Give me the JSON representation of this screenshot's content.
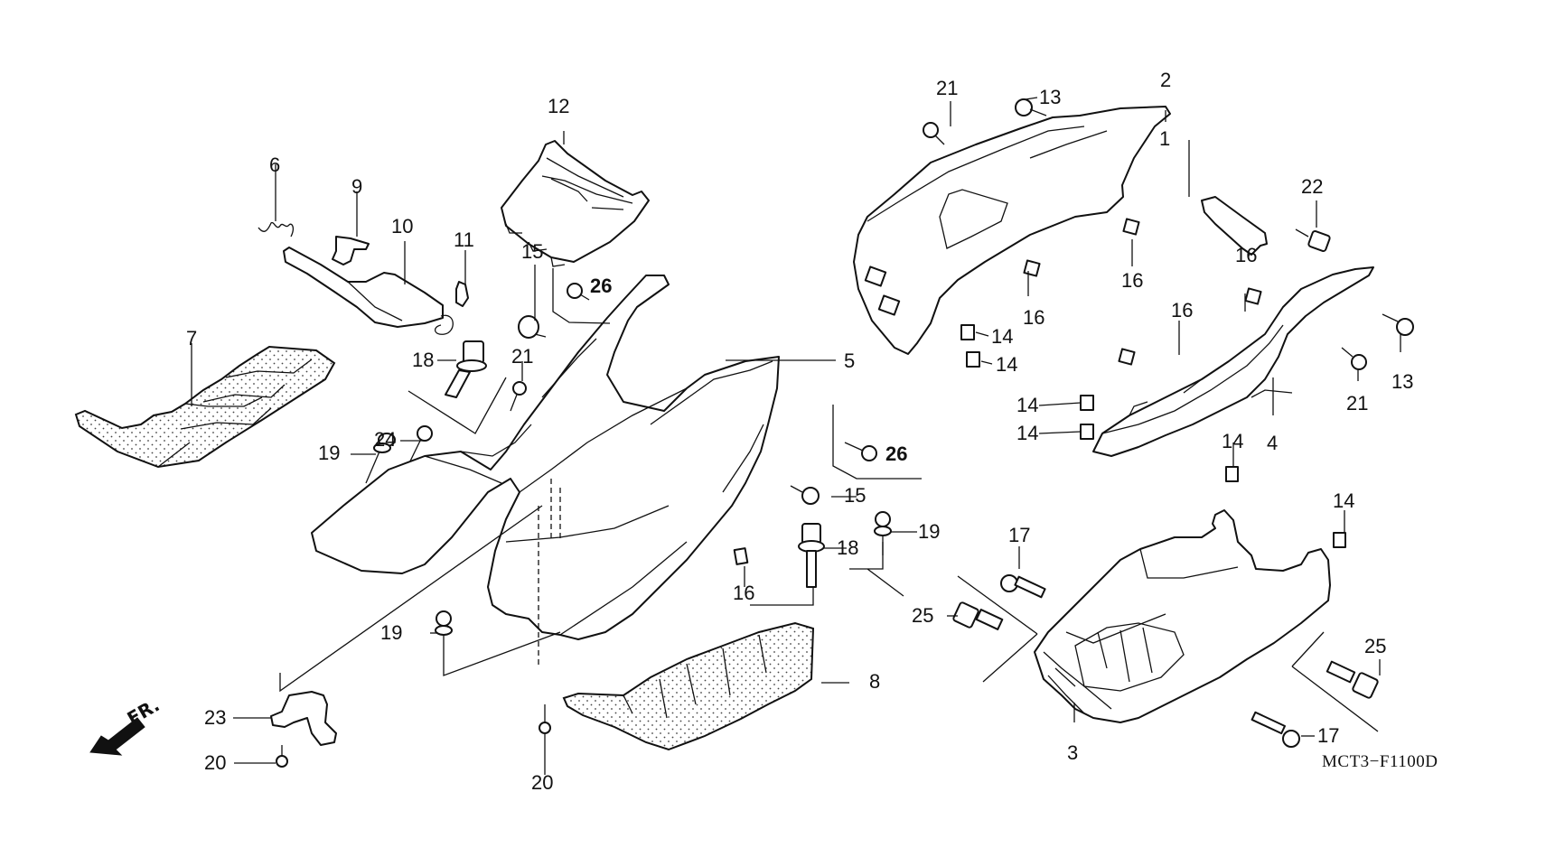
{
  "diagram": {
    "title": "Honda scooter floor / under cover parts exploded view",
    "drawing_code": "MCT3−F1100D",
    "direction_marker": {
      "label": "FR.",
      "icon": "front-direction-arrow-icon"
    },
    "callouts": [
      {
        "id": "c1",
        "label": "1",
        "part": "bracket"
      },
      {
        "id": "c2",
        "label": "2",
        "part": "inner cover (upper right)"
      },
      {
        "id": "c3",
        "label": "3",
        "part": "under cover / battery box"
      },
      {
        "id": "c4",
        "label": "4",
        "part": "side cover rail (right)"
      },
      {
        "id": "c5",
        "label": "5",
        "part": "floor panel (center)"
      },
      {
        "id": "c6",
        "label": "6",
        "part": "spring"
      },
      {
        "id": "c7",
        "label": "7",
        "part": "floor mat (left)"
      },
      {
        "id": "c8",
        "label": "8",
        "part": "floor mat (right)"
      },
      {
        "id": "c9",
        "label": "9",
        "part": "clip"
      },
      {
        "id": "c10",
        "label": "10",
        "part": "lid"
      },
      {
        "id": "c11",
        "label": "11",
        "part": "latch"
      },
      {
        "id": "c12",
        "label": "12",
        "part": "tray cover"
      },
      {
        "id": "c13a",
        "label": "13",
        "part": "bolt"
      },
      {
        "id": "c13b",
        "label": "13",
        "part": "bolt"
      },
      {
        "id": "c14a",
        "label": "14",
        "part": "clip nut"
      },
      {
        "id": "c14b",
        "label": "14",
        "part": "clip nut"
      },
      {
        "id": "c14c",
        "label": "14",
        "part": "clip nut"
      },
      {
        "id": "c14d",
        "label": "14",
        "part": "clip nut"
      },
      {
        "id": "c14e",
        "label": "14",
        "part": "clip nut"
      },
      {
        "id": "c14f",
        "label": "14",
        "part": "clip nut"
      },
      {
        "id": "c15a",
        "label": "15",
        "part": "grommet"
      },
      {
        "id": "c15b",
        "label": "15",
        "part": "grommet"
      },
      {
        "id": "c16a",
        "label": "16",
        "part": "spring nut"
      },
      {
        "id": "c16b",
        "label": "16",
        "part": "spring nut"
      },
      {
        "id": "c16c",
        "label": "16",
        "part": "spring nut"
      },
      {
        "id": "c16d",
        "label": "16",
        "part": "spring nut"
      },
      {
        "id": "c16e",
        "label": "16",
        "part": "spring nut"
      },
      {
        "id": "c17a",
        "label": "17",
        "part": "bolt"
      },
      {
        "id": "c17b",
        "label": "17",
        "part": "bolt"
      },
      {
        "id": "c18a",
        "label": "18",
        "part": "flange bolt"
      },
      {
        "id": "c18b",
        "label": "18",
        "part": "flange bolt"
      },
      {
        "id": "c19a",
        "label": "19",
        "part": "screw"
      },
      {
        "id": "c19b",
        "label": "19",
        "part": "screw"
      },
      {
        "id": "c19c",
        "label": "19",
        "part": "screw"
      },
      {
        "id": "c20a",
        "label": "20",
        "part": "tapping screw"
      },
      {
        "id": "c20b",
        "label": "20",
        "part": "tapping screw"
      },
      {
        "id": "c21a",
        "label": "21",
        "part": "tapping screw"
      },
      {
        "id": "c21b",
        "label": "21",
        "part": "tapping screw"
      },
      {
        "id": "c21c",
        "label": "21",
        "part": "tapping screw"
      },
      {
        "id": "c22",
        "label": "22",
        "part": "flange bolt"
      },
      {
        "id": "c23",
        "label": "23",
        "part": "stay"
      },
      {
        "id": "c24",
        "label": "24",
        "part": "screw"
      },
      {
        "id": "c25a",
        "label": "25",
        "part": "flange bolt"
      },
      {
        "id": "c25b",
        "label": "25",
        "part": "flange bolt"
      },
      {
        "id": "c26a",
        "label": "26",
        "part": "trim clip"
      },
      {
        "id": "c26b",
        "label": "26",
        "part": "trim clip"
      }
    ]
  }
}
